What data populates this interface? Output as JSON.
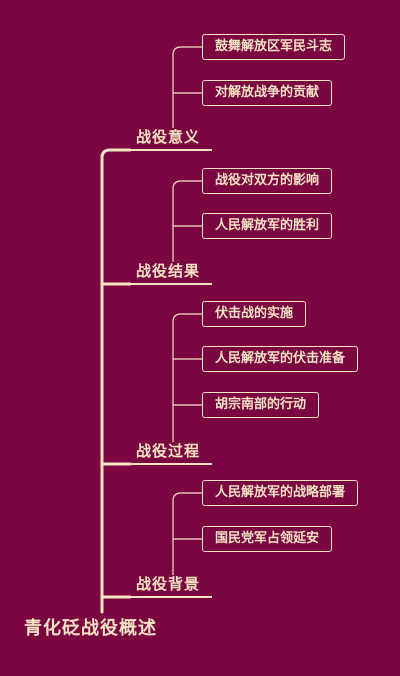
{
  "root": "青化砭战役概述",
  "branches": [
    {
      "label": "战役意义",
      "leaves": [
        "鼓舞解放区军民斗志",
        "对解放战争的贡献"
      ]
    },
    {
      "label": "战役结果",
      "leaves": [
        "战役对双方的影响",
        "人民解放军的胜利"
      ]
    },
    {
      "label": "战役过程",
      "leaves": [
        "伏击战的实施",
        "人民解放军的伏击准备",
        "胡宗南部的行动"
      ]
    },
    {
      "label": "战役背景",
      "leaves": [
        "人民解放军的战略部署",
        "国民党军占领延安"
      ]
    }
  ],
  "colors": {
    "background": "#7a0540",
    "line": "#f6e3c2",
    "text": "#f6e3c2"
  }
}
